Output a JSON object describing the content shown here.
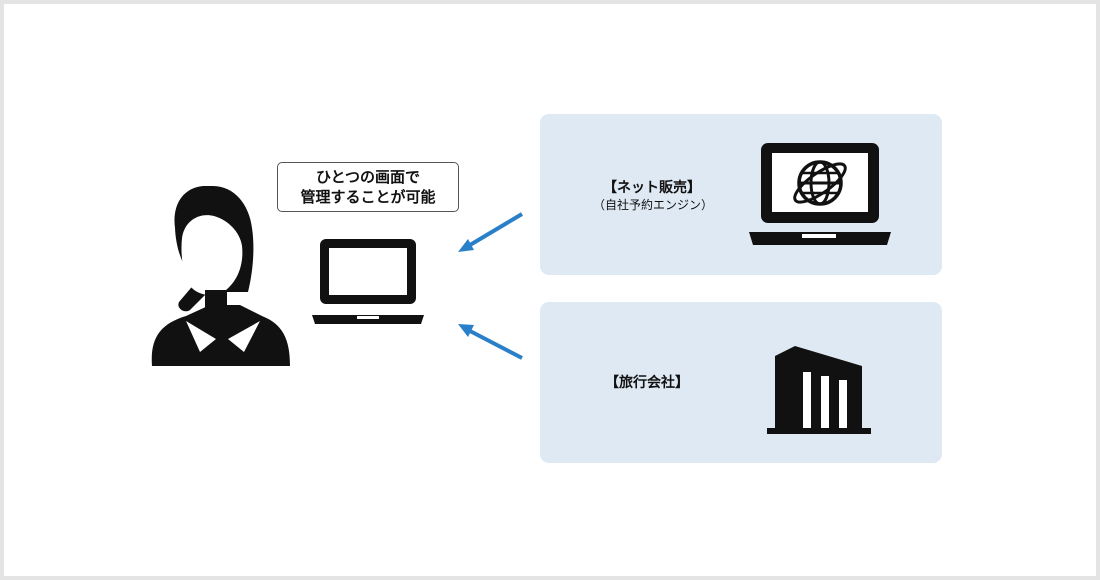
{
  "callout": {
    "line1": "ひとつの画面で",
    "line2": "管理することが可能"
  },
  "sources": [
    {
      "title": "【ネット販売】",
      "subtitle": "（自社予約エンジン）",
      "icon": "laptop-globe-icon"
    },
    {
      "title": "【旅行会社】",
      "icon": "building-icon"
    }
  ],
  "colors": {
    "panel": "#dfe9f3",
    "arrow": "#2a80c8",
    "icon": "#111111"
  }
}
